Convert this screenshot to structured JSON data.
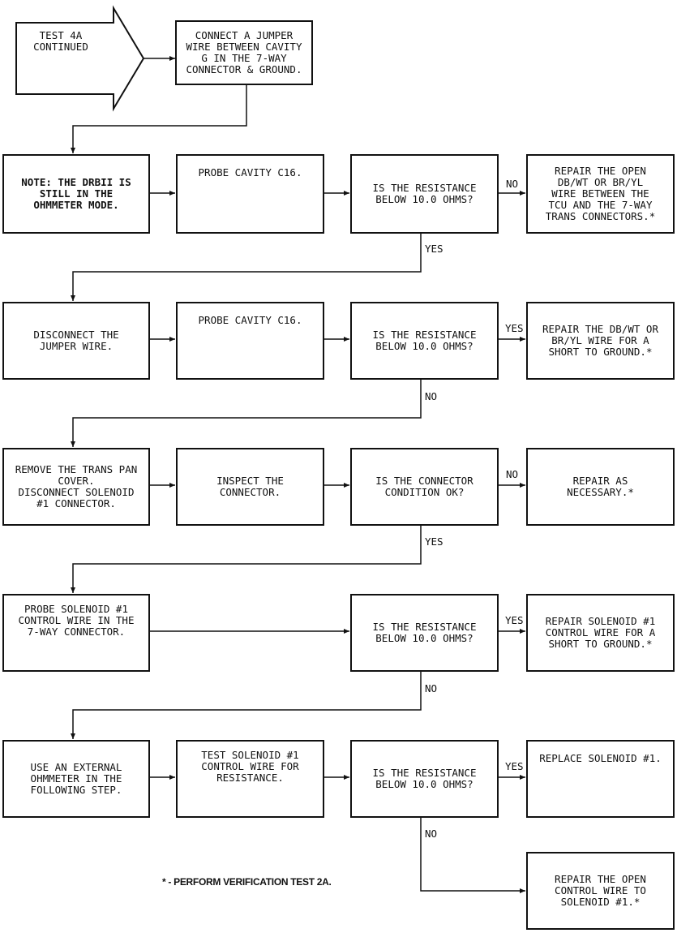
{
  "start": {
    "text": "TEST 4A\nCONTINUED"
  },
  "boxes": {
    "connect_jumper": "CONNECT A JUMPER\nWIRE BETWEEN CAVITY\nG IN THE 7-WAY\nCONNECTOR & GROUND.",
    "note_drbii": "NOTE: THE DRBII IS\nSTILL IN THE\nOHMMETER MODE.",
    "probe_c16_1": "PROBE CAVITY C16.",
    "resistance_1": "IS THE RESISTANCE\nBELOW 10.0 OHMS?",
    "repair_open_dbwt": "REPAIR THE OPEN\nDB/WT OR BR/YL\nWIRE BETWEEN THE\nTCU AND THE 7-WAY\nTRANS CONNECTORS.*",
    "disconnect_jumper": "DISCONNECT THE\nJUMPER WIRE.",
    "probe_c16_2": "PROBE CAVITY C16.",
    "resistance_2": "IS THE RESISTANCE\nBELOW 10.0 OHMS?",
    "repair_short_dbwt": "REPAIR THE DB/WT OR\nBR/YL WIRE FOR A\nSHORT TO GROUND.*",
    "remove_pan": "REMOVE THE TRANS PAN\nCOVER.\nDISCONNECT SOLENOID\n#1 CONNECTOR.",
    "inspect_connector": "INSPECT THE\nCONNECTOR.",
    "connector_ok": "IS THE CONNECTOR\nCONDITION OK?",
    "repair_necessary": "REPAIR AS\nNECESSARY.*",
    "probe_solenoid": "PROBE SOLENOID #1\nCONTROL WIRE IN THE\n7-WAY CONNECTOR.",
    "resistance_3": "IS THE RESISTANCE\nBELOW 10.0 OHMS?",
    "repair_solenoid_wire": "REPAIR SOLENOID #1\nCONTROL WIRE FOR A\nSHORT TO GROUND.*",
    "external_ohmmeter": "USE AN EXTERNAL\nOHMMETER IN THE\nFOLLOWING STEP.",
    "test_solenoid": "TEST SOLENOID #1\nCONTROL WIRE FOR\nRESISTANCE.",
    "resistance_4": "IS THE RESISTANCE\nBELOW 10.0 OHMS?",
    "replace_solenoid": "REPLACE SOLENOID #1.",
    "repair_open_control": "REPAIR THE OPEN\nCONTROL WIRE TO\nSOLENOID #1.*"
  },
  "labels": {
    "no_1": "NO",
    "yes_1": "YES",
    "yes_2": "YES",
    "no_2": "NO",
    "no_3": "NO",
    "yes_3": "YES",
    "yes_4": "YES",
    "no_4": "NO",
    "yes_5": "YES",
    "no_5": "NO"
  },
  "footnote": "* - PERFORM VERIFICATION TEST 2A."
}
